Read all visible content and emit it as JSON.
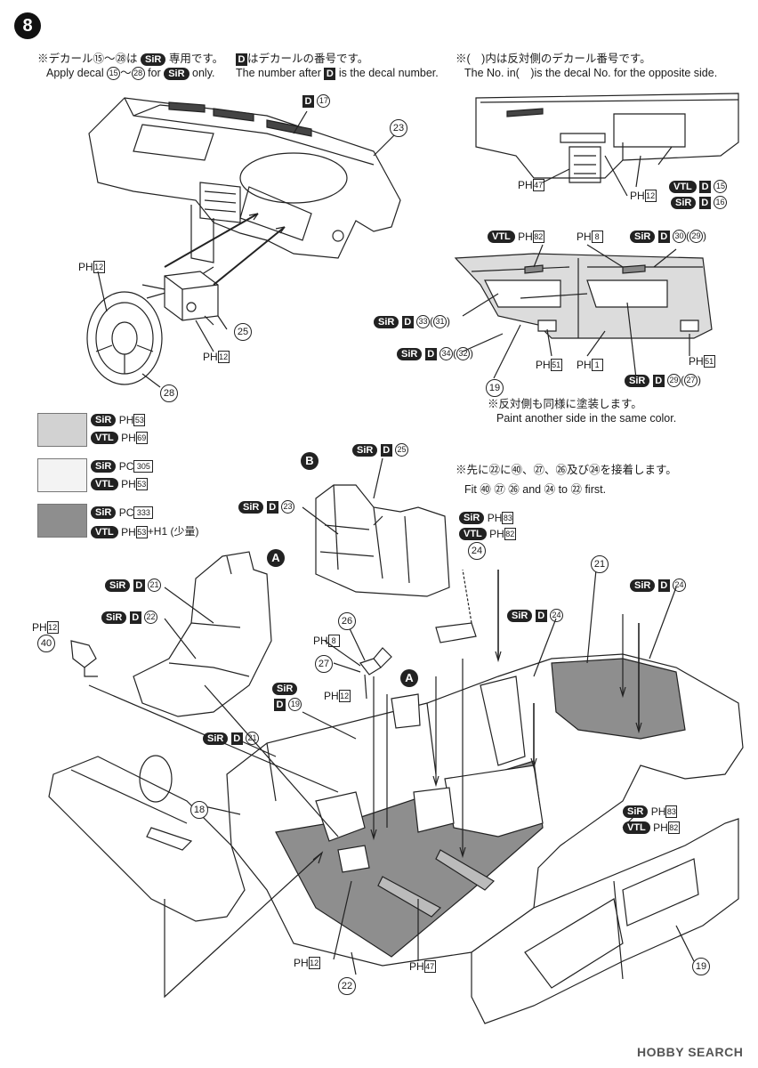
{
  "step_number": "8",
  "header_notes": {
    "decal_jp": "※デカール⑮～㉘は",
    "decal_jp_sir": "SiR",
    "decal_jp_tail": "専用です。",
    "decal_en_pre": "Apply decal",
    "decal_en_from": "15",
    "decal_en_to": "28",
    "decal_en_for": "for",
    "decal_en_sir": "SiR",
    "decal_en_tail": "only.",
    "d_jp": "はデカールの番号です。",
    "d_box": "D",
    "d_en_pre": "The number after",
    "d_en_tail": "is the decal number.",
    "opp_jp": "※(　)内は反対側のデカール番号です。",
    "opp_en": "The No. in(　)is the decal No. for the opposite side."
  },
  "paint_prefix": {
    "ph": "PH",
    "pc": "PC"
  },
  "callouts": {
    "dash_d": "17",
    "dash_part": "23",
    "dash_ph": "47",
    "dash_ph_vents": "12",
    "vtl_d": "15",
    "sir_d": "16",
    "wheel_ph": "12",
    "wheel_column_ph": "12",
    "column_part": "25",
    "wheel_part": "28",
    "door_vtl_ph": "82",
    "door_ph_top": "8",
    "door_sir_d_top": "30",
    "door_sir_d_top_opp": "29",
    "door_sir_d_33": "33",
    "door_sir_d_33_opp": "31",
    "door_sir_d_34": "34",
    "door_sir_d_34_opp": "32",
    "door_ph_51a": "51",
    "door_ph_1": "1",
    "door_ph_51b": "51",
    "door_sir_d_29": "29",
    "door_sir_d_29_opp": "27",
    "door_part": "19",
    "rear_seat_d": "25",
    "rear_seat_d_left": "23",
    "front_seat_d_21": "21",
    "front_seat_d_22": "22",
    "part_24": "24",
    "part_21": "21",
    "tub_sir_d_24": "24",
    "tub_sir_d_24b": "24",
    "part_40": "40",
    "part_40_ph": "12",
    "part_26": "26",
    "part_26_ph": "8",
    "part_27": "27",
    "part_27_ph": "12",
    "console_d": "19",
    "interior_d_21": "21",
    "part_18": "18",
    "tub_sir_ph": "83",
    "tub_vtl_ph": "82",
    "floor_ph_12": "12",
    "floor_ph_47": "47",
    "part_22": "22",
    "part_19": "19",
    "trim_sir_ph": "83",
    "trim_vtl_ph": "82"
  },
  "door_note_jp": "※反対側も同様に塗装します。",
  "door_note_en": "Paint another side in the same color.",
  "fit_note_jp": "※先に㉒に㊵、㉗、㉖及び㉔を接着します。",
  "fit_note_en": "Fit ㊵ ㉗ ㉖ and ㉔ to ㉒ first.",
  "labels": {
    "sir": "SiR",
    "vtl": "VTL",
    "d": "D",
    "a": "A",
    "b": "B"
  },
  "legend": [
    {
      "color": "#d2d2d2",
      "sir_code": "PH",
      "sir_num": "53",
      "vtl_code": "PH",
      "vtl_num": "69",
      "vtl_extra": ""
    },
    {
      "color": "#f3f3f3",
      "sir_code": "PC",
      "sir_num": "305",
      "vtl_code": "PH",
      "vtl_num": "53",
      "vtl_extra": ""
    },
    {
      "color": "#8e8e8e",
      "sir_code": "PC",
      "sir_num": "333",
      "vtl_code": "PH",
      "vtl_num": "53",
      "vtl_extra": "+H1 (少量)"
    }
  ],
  "watermark": "HOBBY SEARCH"
}
